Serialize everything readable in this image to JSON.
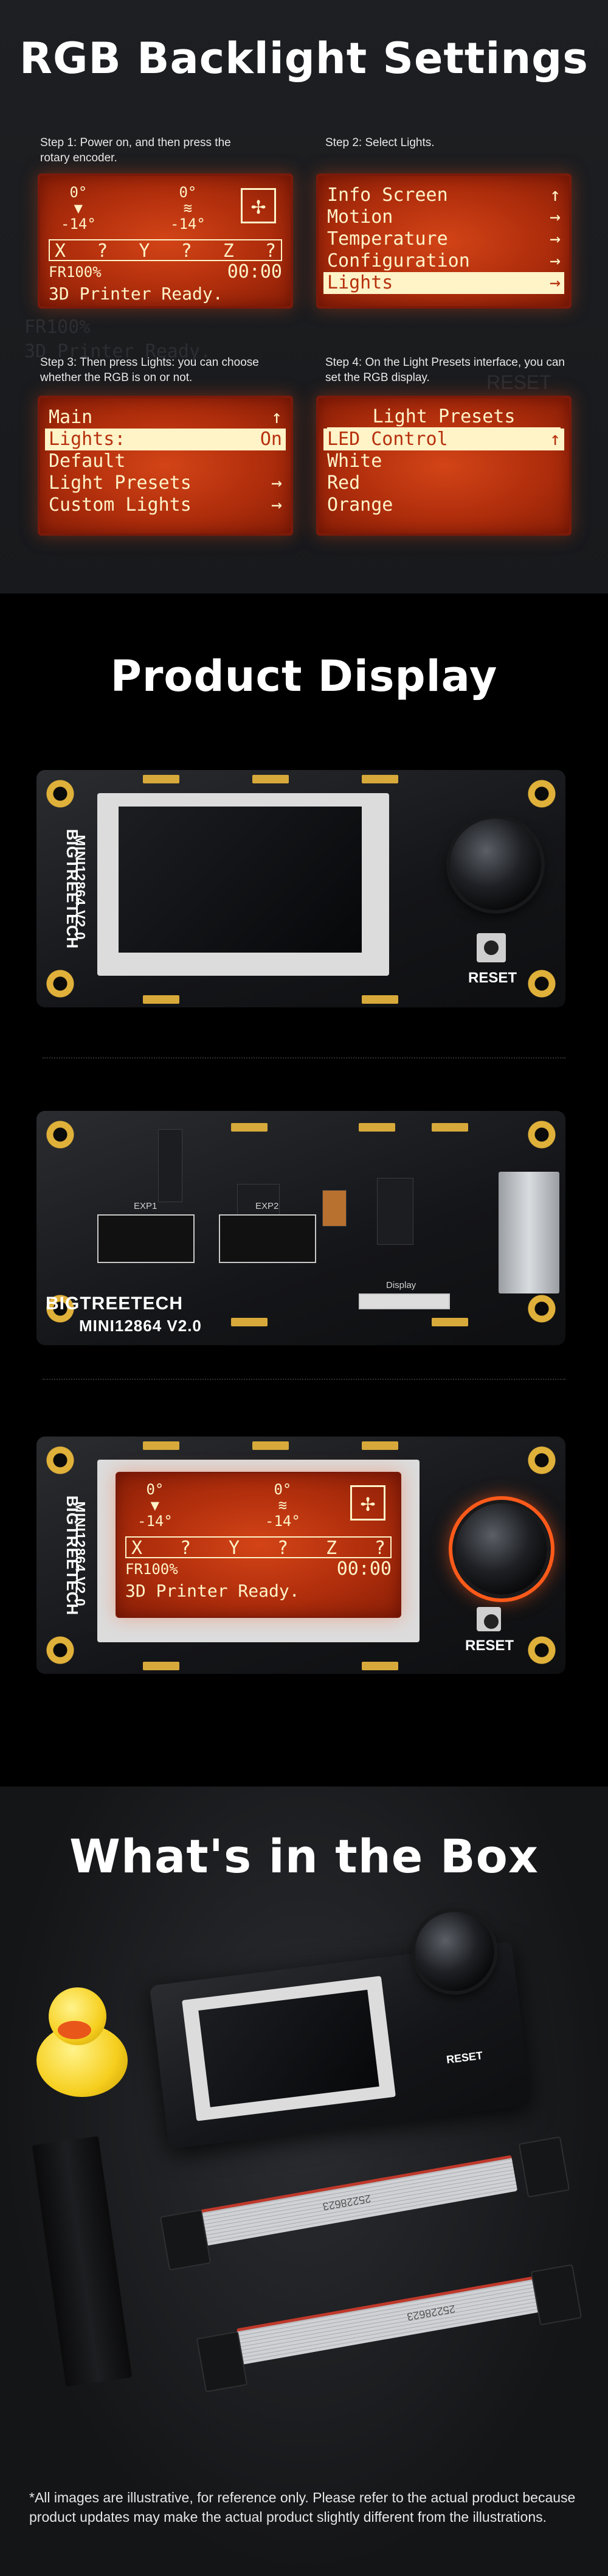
{
  "rgb": {
    "title": "RGB Backlight Settings",
    "step1": "Step 1: Power on, and then press the rotary encoder.",
    "step2": "Step 2: Select Lights.",
    "step3": "Step 3: Then press Lights: you can choose whether the RGB is on or not.",
    "step4": "Step 4: On the Light Presets interface, you can set the RGB display.",
    "screen1": {
      "nozzle_target": "0°",
      "nozzle_temp": "-14°",
      "bed_target": "0°",
      "bed_temp": "-14°",
      "xyz": [
        "X",
        "?",
        "Y",
        "?",
        "Z",
        "?"
      ],
      "feedrate": "FR100%",
      "time": "00:00",
      "status": "3D Printer Ready."
    },
    "screen2": {
      "items": [
        "Info Screen",
        "Motion",
        "Temperature",
        "Configuration",
        "Lights"
      ],
      "arrows": [
        "↑",
        "→",
        "→",
        "→",
        "→"
      ]
    },
    "screen3": {
      "items": [
        "Main",
        "Lights:",
        "Default",
        "Light Presets",
        "Custom Lights"
      ],
      "right": [
        "↑",
        "On",
        "",
        "→",
        "→"
      ]
    },
    "screen4": {
      "header": "Light Presets",
      "items": [
        "LED Control",
        "White",
        "Red",
        "Orange"
      ],
      "right": [
        "↑",
        "",
        "",
        ""
      ]
    },
    "ghost1": "FR100%",
    "ghost2": "3D Printer Ready.",
    "ghost3": "RESET"
  },
  "product": {
    "title": "Product Display",
    "brand": "BIGTREETECH",
    "model": "MINI12864 V2.0",
    "reset": "RESET",
    "exp1": "EXP1",
    "exp2": "EXP2",
    "display": "Display",
    "screen_on": {
      "nozzle_target": "0°",
      "nozzle_temp": "-14°",
      "bed_target": "0°",
      "bed_temp": "-14°",
      "xyz": [
        "X",
        "?",
        "Y",
        "?",
        "Z",
        "?"
      ],
      "feedrate": "FR100%",
      "time": "00:00",
      "status": "3D Printer Ready."
    }
  },
  "box": {
    "title": "What's in the Box",
    "cable_print1": "25228623",
    "cable_print2": "25228623"
  },
  "disclaimer": "*All images are illustrative, for reference only. Please refer to the actual product because product updates may make the actual product slightly different from the illustrations."
}
